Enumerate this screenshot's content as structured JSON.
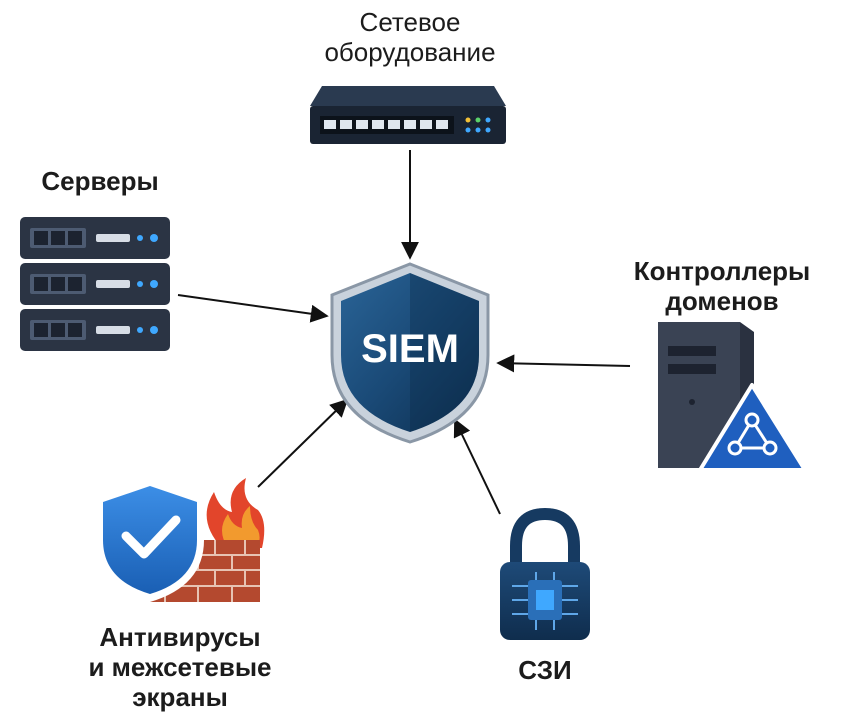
{
  "center": {
    "label": "SIEM"
  },
  "nodes": {
    "network": {
      "line1": "Сетевое",
      "line2": "оборудование",
      "icon": "network-switch-icon"
    },
    "servers": {
      "line1": "Серверы",
      "icon": "server-rack-icon"
    },
    "domain_controllers": {
      "line1": "Контроллеры",
      "line2": "доменов",
      "icon": "domain-controller-icon"
    },
    "antivirus": {
      "line1": "Антивирусы",
      "line2": "и межсетевые",
      "line3": "экраны",
      "icon": "antivirus-firewall-icon"
    },
    "szi": {
      "line1": "СЗИ",
      "icon": "security-lock-icon"
    }
  },
  "colors": {
    "shield_dark": "#0f3557",
    "shield_mid": "#1d4f7c",
    "switch_body": "#1e2a3a",
    "server_body": "#2b3444",
    "accent_blue": "#2d7ad6",
    "fire_red": "#e2452b",
    "brick": "#b4492f"
  }
}
